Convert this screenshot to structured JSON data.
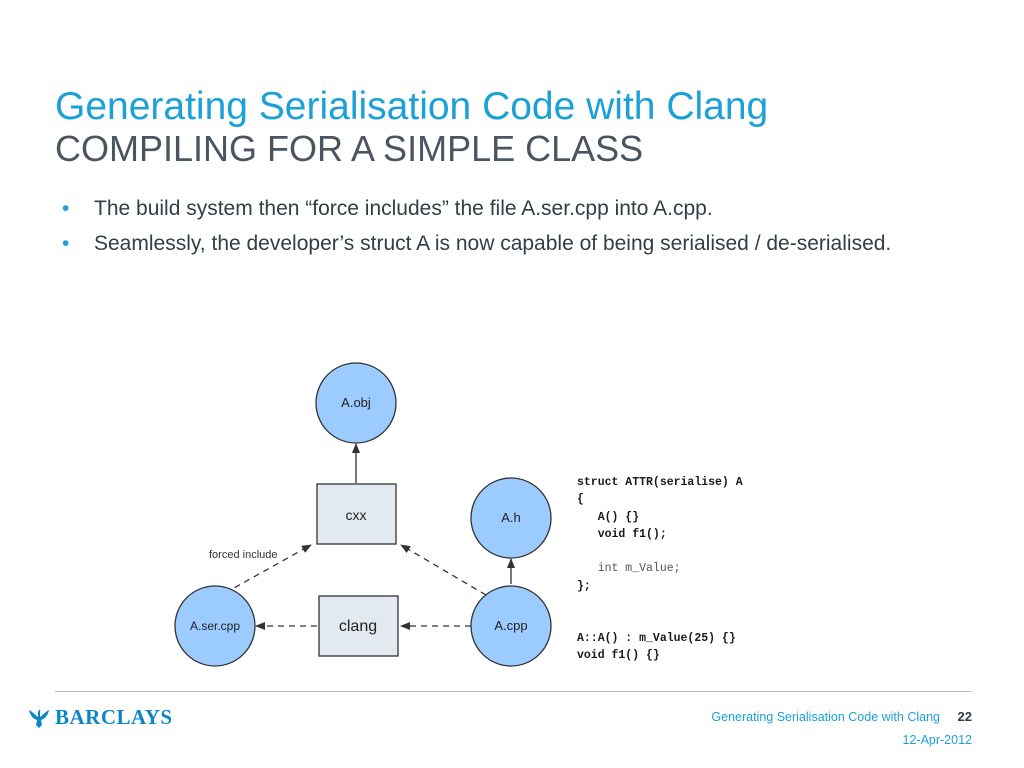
{
  "slide": {
    "title": "Generating Serialisation Code with Clang",
    "subtitle": "COMPILING FOR A SIMPLE CLASS",
    "bullets": [
      "The build system then “force includes” the file A.ser.cpp into A.cpp.",
      "Seamlessly, the developer’s struct A is now capable of being serialised / de-serialised."
    ]
  },
  "diagram": {
    "nodes": {
      "a_obj": "A.obj",
      "cxx": "cxx",
      "a_h": "A.h",
      "a_ser_cpp": "A.ser.cpp",
      "clang": "clang",
      "a_cpp": "A.cpp"
    },
    "edge_label": "forced include",
    "colors": {
      "circle_fill": "#9ccbff",
      "box_fill": "#e3e9f0",
      "stroke": "#333333"
    }
  },
  "code": {
    "line1": "struct ATTR(serialise) A",
    "line2": "{",
    "line3": "   A() {}",
    "line4": "   void f1();",
    "line5": "",
    "line6": "   int m_Value;",
    "line7": "};",
    "line8": "",
    "line9": "",
    "line10": "A::A() : m_Value(25) {}",
    "line11": "void f1() {}"
  },
  "footer": {
    "brand": "BARCLAYS",
    "title": "Generating Serialisation Code with Clang",
    "page": "22",
    "date": "12-Apr-2012"
  }
}
